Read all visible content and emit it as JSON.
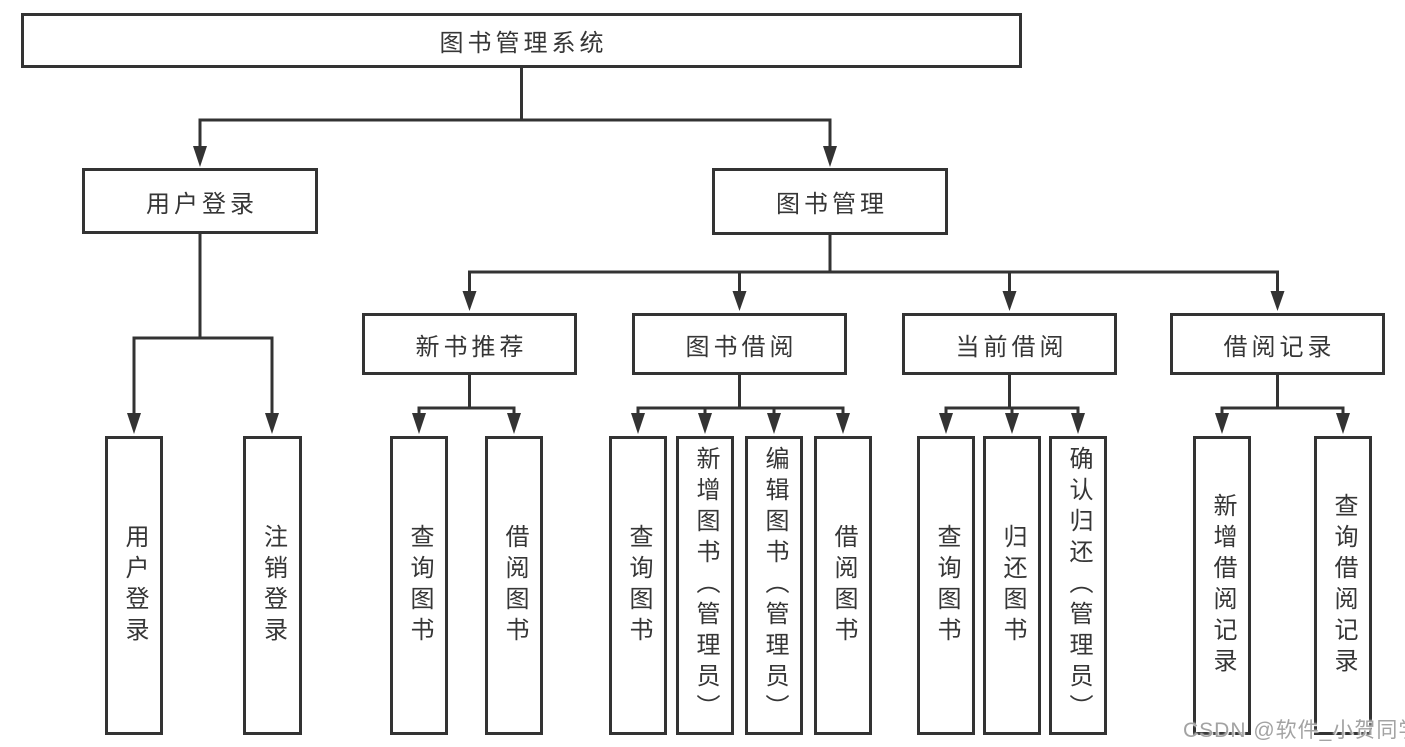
{
  "diagram": {
    "type": "hierarchy-tree",
    "root": {
      "label": "图书管理系统",
      "children": [
        {
          "label": "用户登录",
          "children": [
            {
              "label": "用户登录"
            },
            {
              "label": "注销登录"
            }
          ]
        },
        {
          "label": "图书管理",
          "children": [
            {
              "label": "新书推荐",
              "children": [
                {
                  "label": "查询图书"
                },
                {
                  "label": "借阅图书"
                }
              ]
            },
            {
              "label": "图书借阅",
              "children": [
                {
                  "label": "查询图书"
                },
                {
                  "label": "新增图书（管理员）"
                },
                {
                  "label": "编辑图书（管理员）"
                },
                {
                  "label": "借阅图书"
                }
              ]
            },
            {
              "label": "当前借阅",
              "children": [
                {
                  "label": "查询图书"
                },
                {
                  "label": "归还图书"
                },
                {
                  "label": "确认归还（管理员）"
                }
              ]
            },
            {
              "label": "借阅记录",
              "children": [
                {
                  "label": "新增借阅记录"
                },
                {
                  "label": "查询借阅记录"
                }
              ]
            }
          ]
        }
      ]
    }
  },
  "watermark": {
    "text": "CSDN @软件_小贺同学"
  },
  "colors": {
    "line": "#333333",
    "box_border": "#333333",
    "text": "#363636",
    "background": "#ffffff",
    "watermark": "#a3a3a3"
  }
}
